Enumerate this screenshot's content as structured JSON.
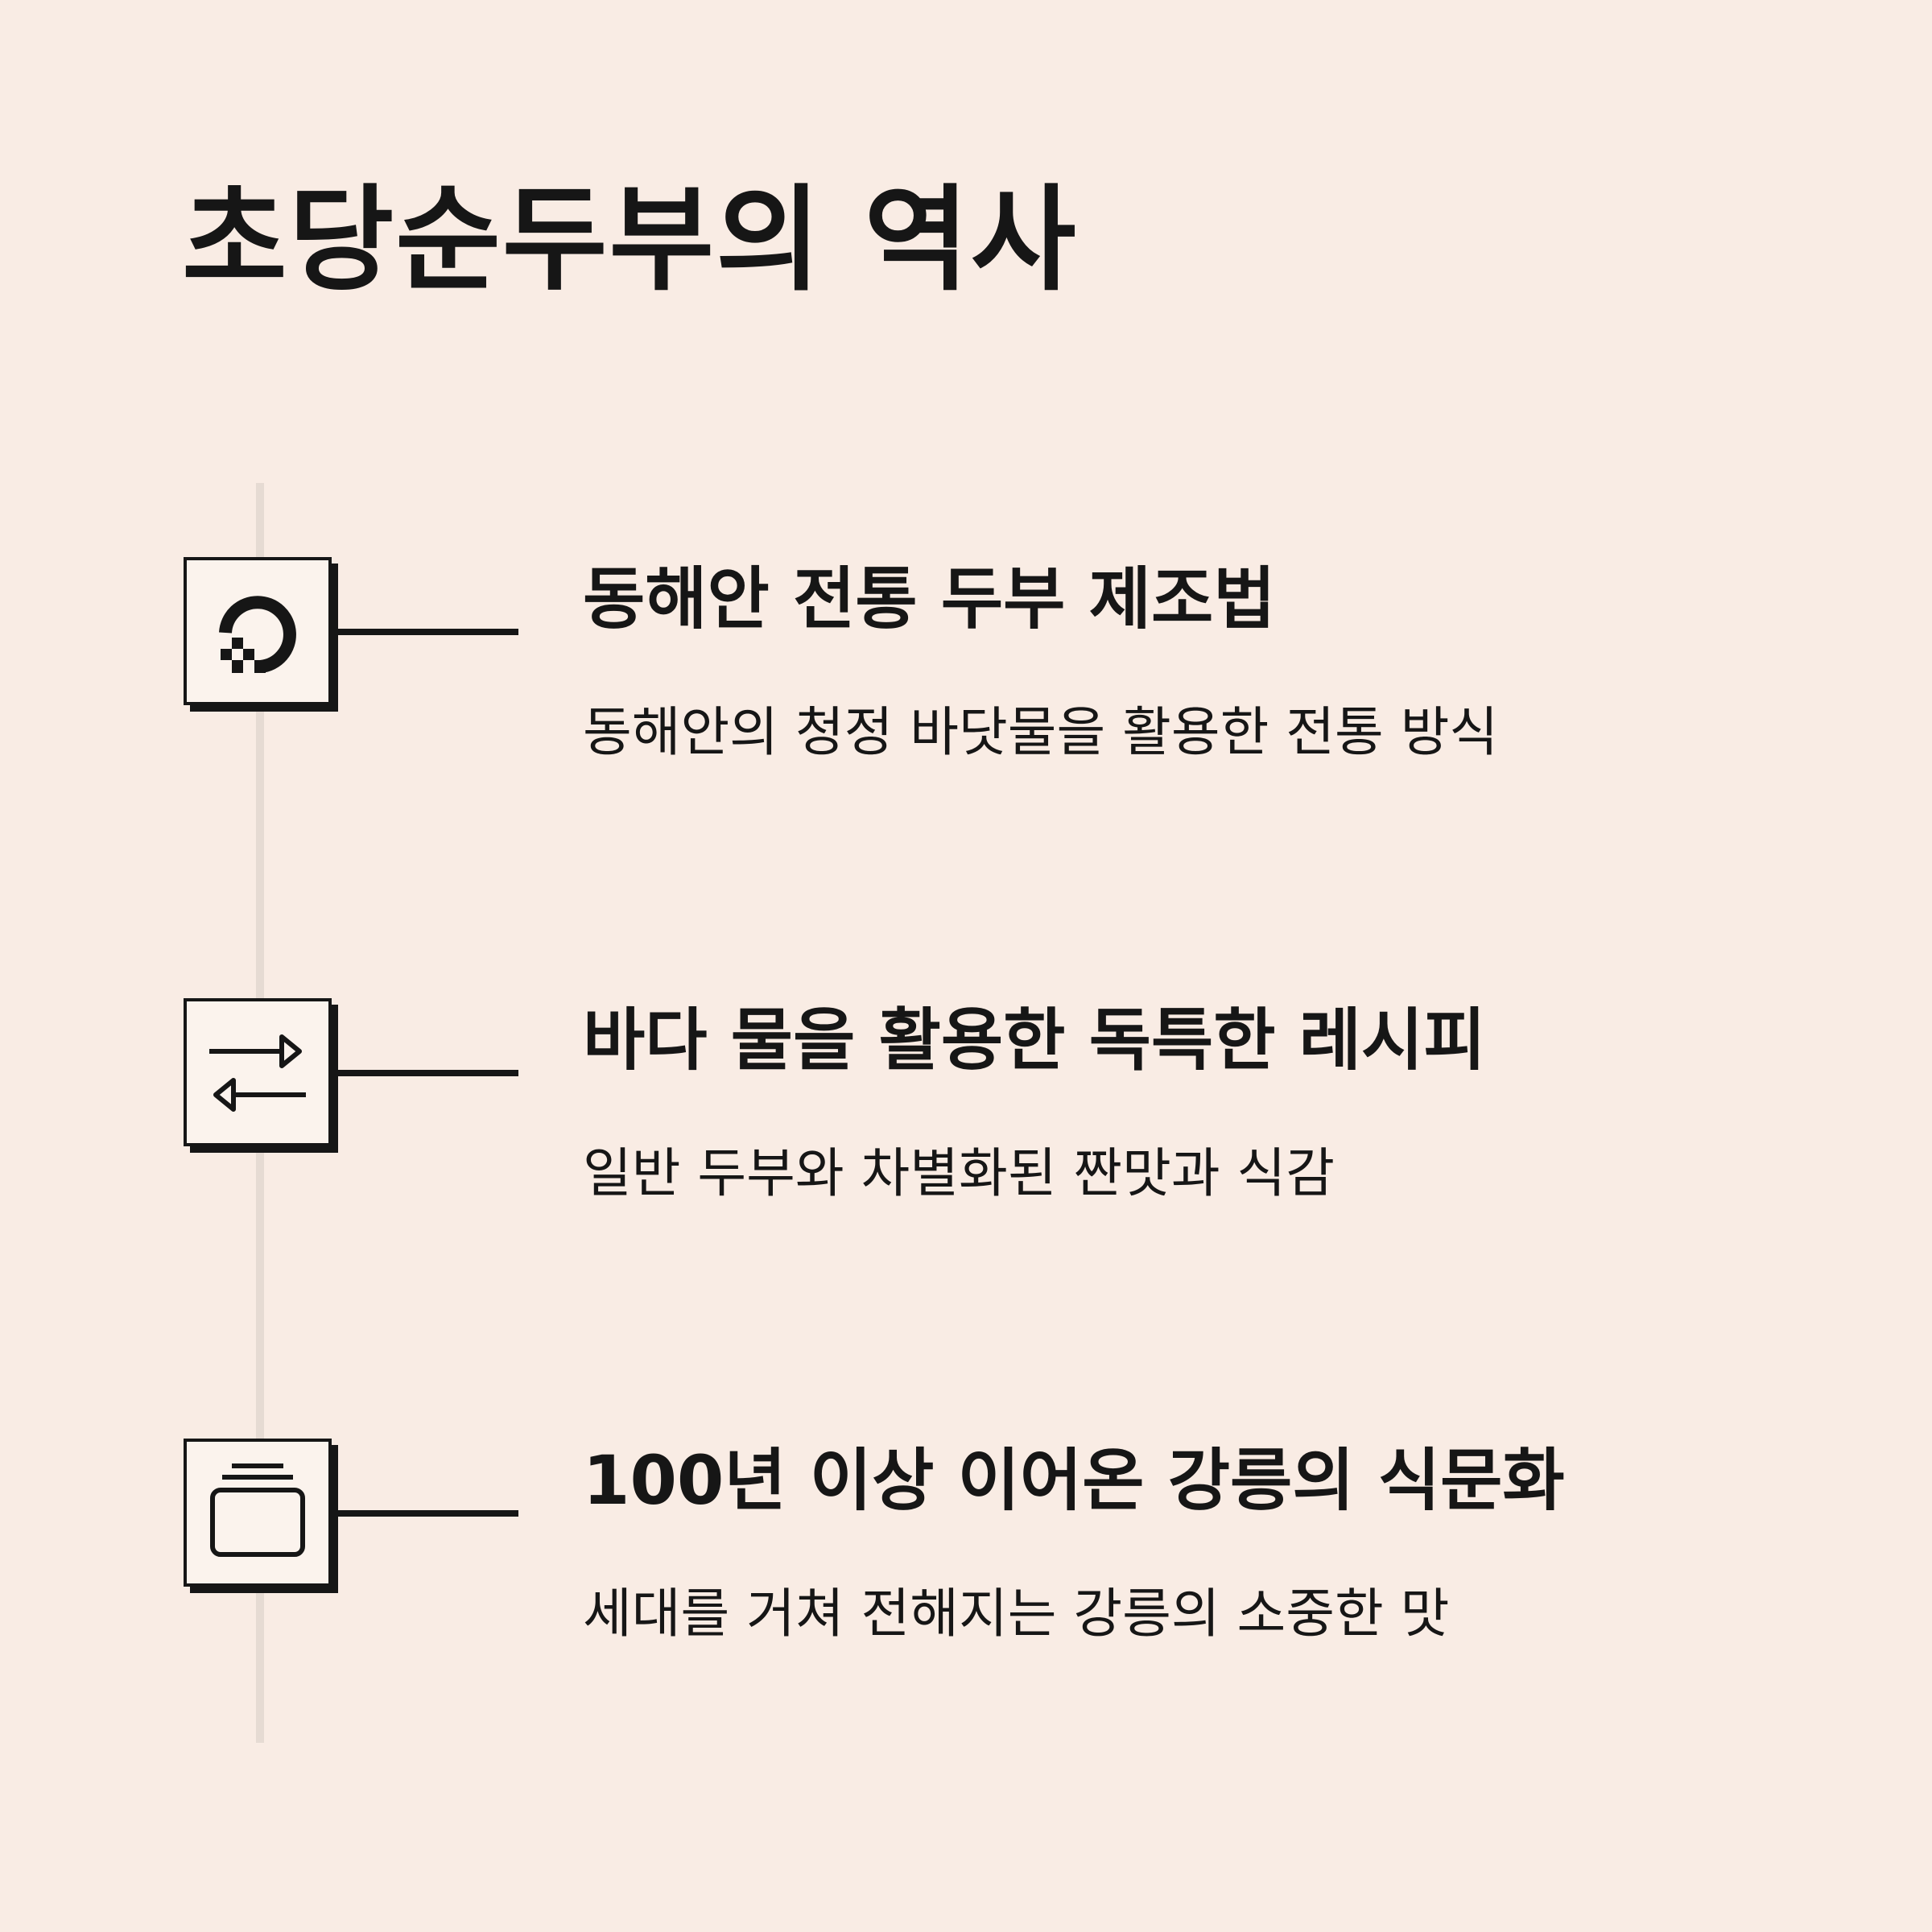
{
  "page": {
    "title": "초당순두부의 역사"
  },
  "items": [
    {
      "title": "동해안 전통 두부 제조법",
      "description": "동해안의 청정 바닷물을 활용한 전통 방식",
      "icon": "circle-arrow-pixel-icon"
    },
    {
      "title": "바다 물을 활용한 독특한 레시피",
      "description": "일반 두부와 차별화된 짠맛과 식감",
      "icon": "swap-arrows-icon"
    },
    {
      "title": "100년 이상 이어온 강릉의 식문화",
      "description": "세대를 거쳐 전해지는 강릉의 소중한 맛",
      "icon": "stacked-layers-icon"
    }
  ],
  "colors": {
    "background": "#f9ece4",
    "text": "#161616",
    "timeline": "#e6dbd3",
    "icon_box_fill": "#fbf3ed"
  }
}
